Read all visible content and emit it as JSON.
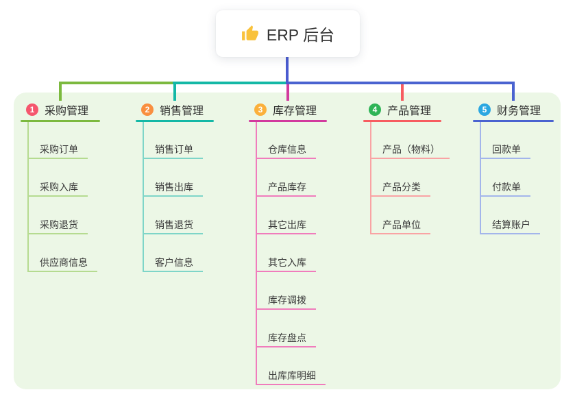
{
  "root": {
    "label": "ERP 后台",
    "icon": "thumbs-up-icon",
    "icon_color": "#F9C23C"
  },
  "canvas": {
    "background": "#FFFFFF",
    "panel_background": "#ECF7E6",
    "trunk_color": "#4A5BD0",
    "title_text_color": "#2B2B2B",
    "child_text_color": "#3A3A3A"
  },
  "branches": [
    {
      "key": "purchase",
      "index": "1",
      "label": "采购管理",
      "badge_color": "#F5566D",
      "line_color": "#7CB93F",
      "child_line_color": "#B5DB90",
      "children": [
        "采购订单",
        "采购入库",
        "采购退货",
        "供应商信息"
      ]
    },
    {
      "key": "sales",
      "index": "2",
      "label": "销售管理",
      "badge_color": "#F98F40",
      "line_color": "#14B8A6",
      "child_line_color": "#7ED5C8",
      "children": [
        "销售订单",
        "销售出库",
        "销售退货",
        "客户信息"
      ]
    },
    {
      "key": "inventory",
      "index": "3",
      "label": "库存管理",
      "badge_color": "#FBB03B",
      "line_color": "#D23A9E",
      "child_line_color": "#F07CBC",
      "children": [
        "仓库信息",
        "产品库存",
        "其它出库",
        "其它入库",
        "库存调拨",
        "库存盘点",
        "出库库明细"
      ]
    },
    {
      "key": "product",
      "index": "4",
      "label": "产品管理",
      "badge_color": "#2EB456",
      "line_color": "#F75C60",
      "child_line_color": "#F9A3A4",
      "children": [
        "产品（物料）",
        "产品分类",
        "产品单位"
      ]
    },
    {
      "key": "finance",
      "index": "5",
      "label": "财务管理",
      "badge_color": "#2BA7E1",
      "line_color": "#4A63D0",
      "child_line_color": "#A3B5EB",
      "children": [
        "回款单",
        "付款单",
        "结算账户"
      ]
    }
  ]
}
